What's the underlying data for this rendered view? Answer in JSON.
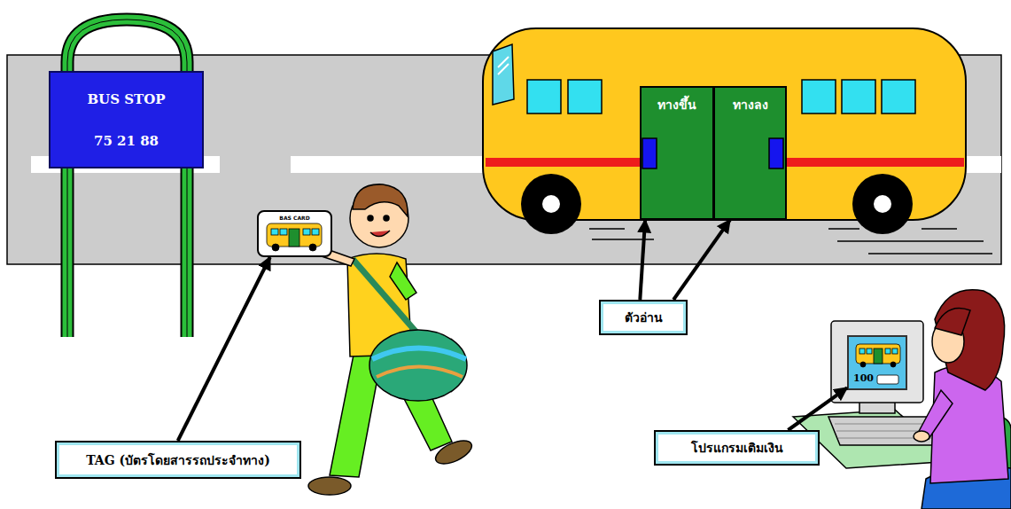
{
  "diagram": {
    "nodes": [
      {
        "text": [
          "BUS STOP",
          "75 21 88"
        ]
      },
      {
        "text": [
          "ทางขึ้น"
        ]
      },
      {
        "text": [
          "ทางลง"
        ]
      },
      {
        "text": [
          "BAS CARD"
        ]
      },
      {
        "text": [
          "ตัวอ่าน"
        ]
      },
      {
        "text": [
          "100"
        ]
      },
      {
        "text": [
          "TAG (บัตรโดยสารรถประจำทาง)"
        ]
      },
      {
        "text": [
          "โปรแกรมเติมเงิน"
        ]
      }
    ],
    "edges": [
      {
        "from": 4,
        "to": 1,
        "arrow": "to"
      },
      {
        "from": 4,
        "to": 2,
        "arrow": "to"
      },
      {
        "from": 6,
        "to": 3,
        "arrow": "to"
      },
      {
        "from": 7,
        "to": 5,
        "arrow": "to"
      }
    ]
  }
}
